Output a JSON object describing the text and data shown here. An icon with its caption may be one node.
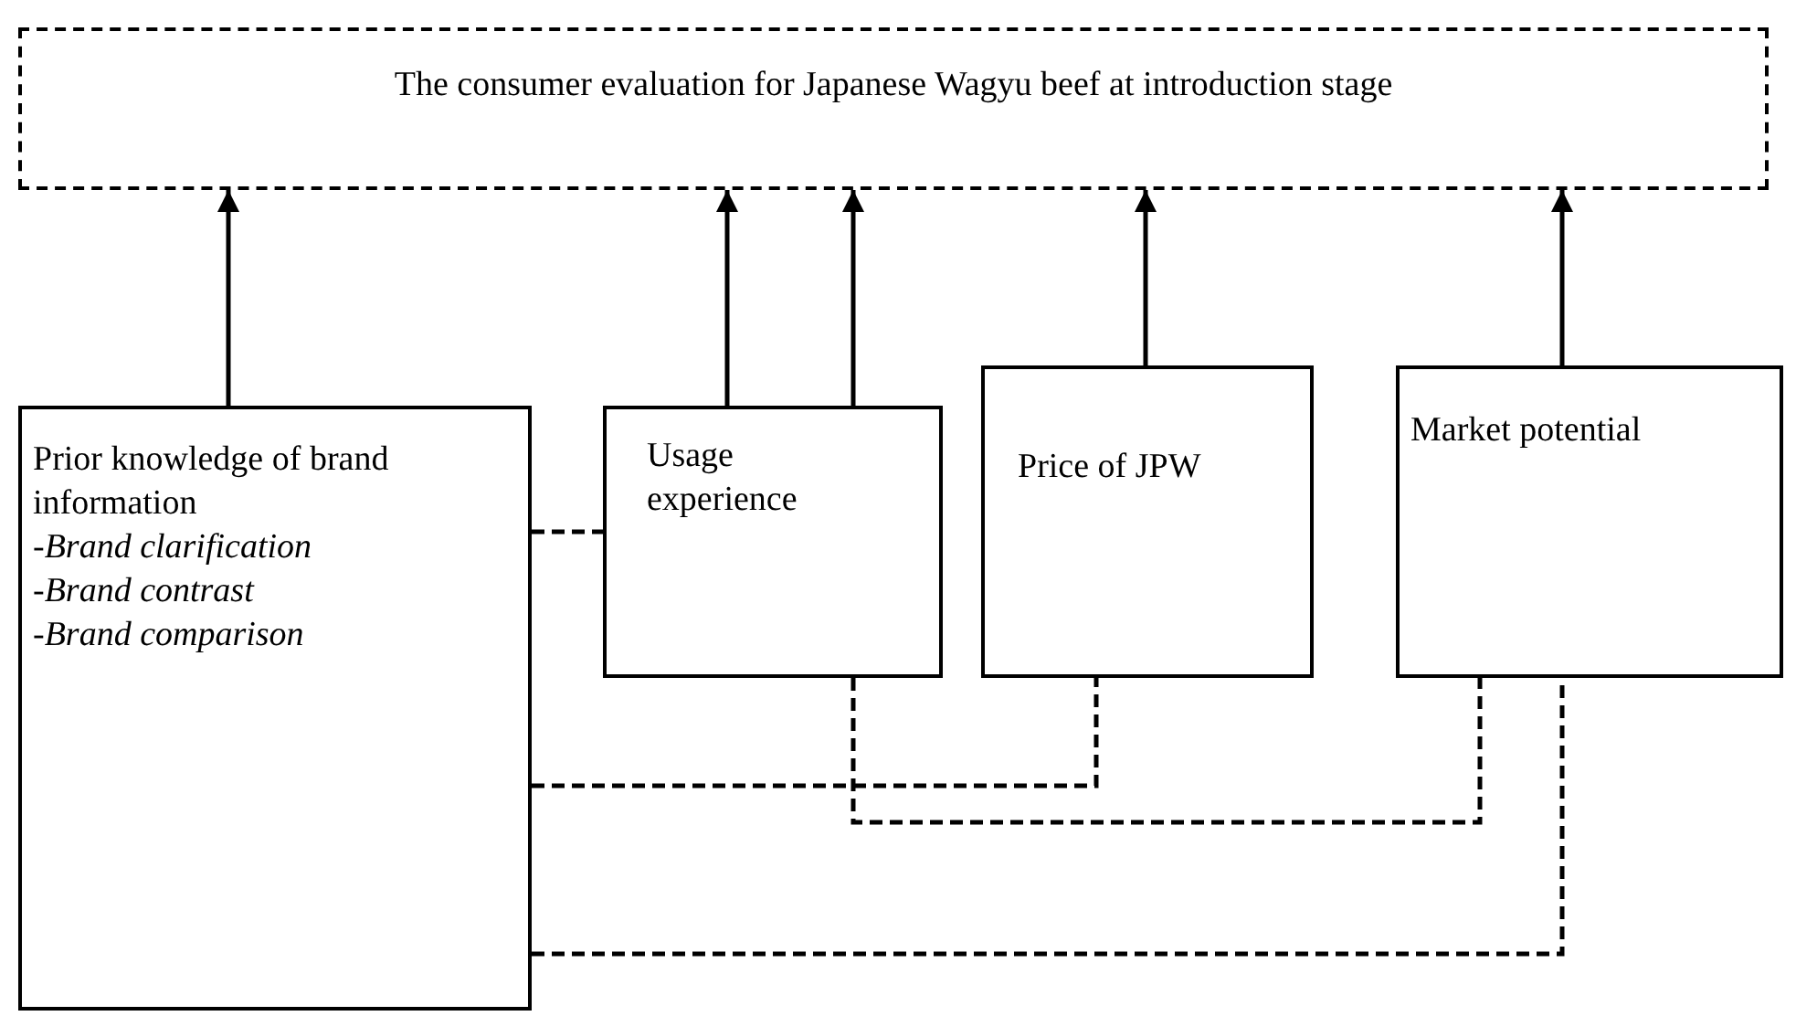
{
  "diagram": {
    "nodes": [
      {
        "text": [
          "The consumer evaluation for Japanese Wagyu beef at introduction stage"
        ]
      },
      {
        "text": [
          "Prior knowledge of brand information",
          "-Brand clarification",
          "-Brand contrast",
          "-Brand comparison"
        ]
      },
      {
        "text": [
          "Usage experience"
        ]
      },
      {
        "text": [
          "Price of JPW"
        ]
      },
      {
        "text": [
          "Market potential"
        ]
      }
    ],
    "edges": [
      {
        "from": 1,
        "to": 0,
        "arrow": "to"
      },
      {
        "from": 2,
        "to": 0,
        "arrow": "to"
      },
      {
        "from": 2,
        "to": 0,
        "arrow": "to"
      },
      {
        "from": 3,
        "to": 0,
        "arrow": "to"
      },
      {
        "from": 4,
        "to": 0,
        "arrow": "to"
      },
      {
        "from": 1,
        "to": 2,
        "arrow": "none",
        "style": "dashed"
      },
      {
        "from": 1,
        "to": 3,
        "arrow": "none",
        "style": "dashed"
      },
      {
        "from": 2,
        "to": 4,
        "arrow": "none",
        "style": "dashed"
      },
      {
        "from": 1,
        "to": 4,
        "arrow": "none",
        "style": "dashed"
      }
    ]
  }
}
